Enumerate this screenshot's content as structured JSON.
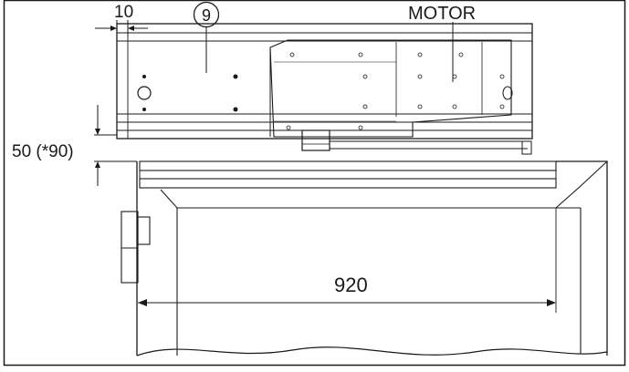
{
  "labels": {
    "part_number": "9",
    "motor": "MOTOR",
    "dim_offset": "10",
    "dim_height": "50 (*90)",
    "dim_width": "920"
  },
  "colors": {
    "line": "#1a1a1a",
    "motor_fill": "#d9d9d9",
    "rail_fill": "#c8c8c8",
    "housing_fill": "#f2f2f2"
  }
}
